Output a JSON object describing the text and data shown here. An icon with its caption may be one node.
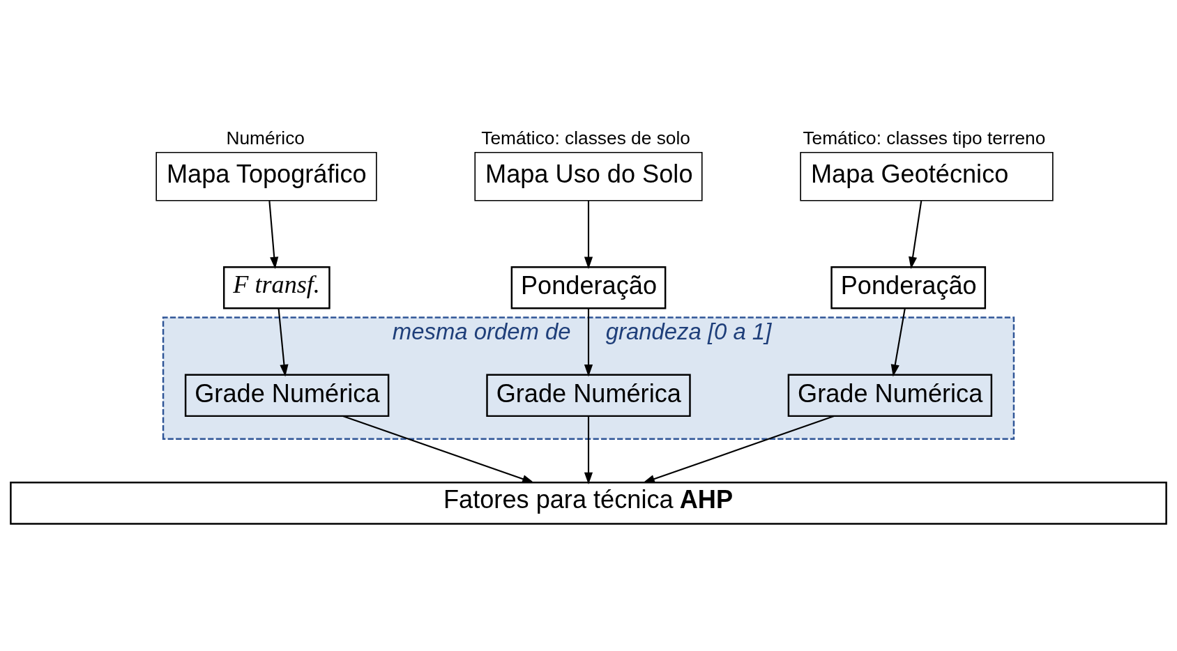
{
  "diagram": {
    "nodes": [
      {
        "text": [
          "Mapa Topográfico"
        ],
        "beside": [
          "Numérico"
        ]
      },
      {
        "text": [
          "Mapa Uso do Solo"
        ],
        "beside": [
          "Temático: classes de solo"
        ]
      },
      {
        "text": [
          "Mapa Geotécnico"
        ],
        "beside": [
          "Temático: classes tipo terreno"
        ]
      },
      {
        "text": [
          "F transf."
        ]
      },
      {
        "text": [
          "Ponderação"
        ]
      },
      {
        "text": [
          "Ponderação"
        ]
      },
      {
        "text": [
          "mesma ordem de grandeza [0 a 1]"
        ]
      },
      {
        "text": [
          "Grade Numérica"
        ],
        "in": 6
      },
      {
        "text": [
          "Grade Numérica"
        ],
        "in": 6
      },
      {
        "text": [
          "Grade Numérica"
        ],
        "in": 6
      },
      {
        "text": [
          "Fatores para técnica **AHP**"
        ]
      }
    ],
    "edges": [
      {
        "from": 0,
        "to": 3,
        "arrow": "to"
      },
      {
        "from": 1,
        "to": 4,
        "arrow": "to"
      },
      {
        "from": 2,
        "to": 5,
        "arrow": "to"
      },
      {
        "from": 3,
        "to": 7,
        "arrow": "to"
      },
      {
        "from": 4,
        "to": 8,
        "arrow": "to"
      },
      {
        "from": 5,
        "to": 9,
        "arrow": "to"
      },
      {
        "from": 7,
        "to": 10,
        "arrow": "to"
      },
      {
        "from": 8,
        "to": 10,
        "arrow": "to"
      },
      {
        "from": 9,
        "to": 10,
        "arrow": "to"
      }
    ]
  }
}
